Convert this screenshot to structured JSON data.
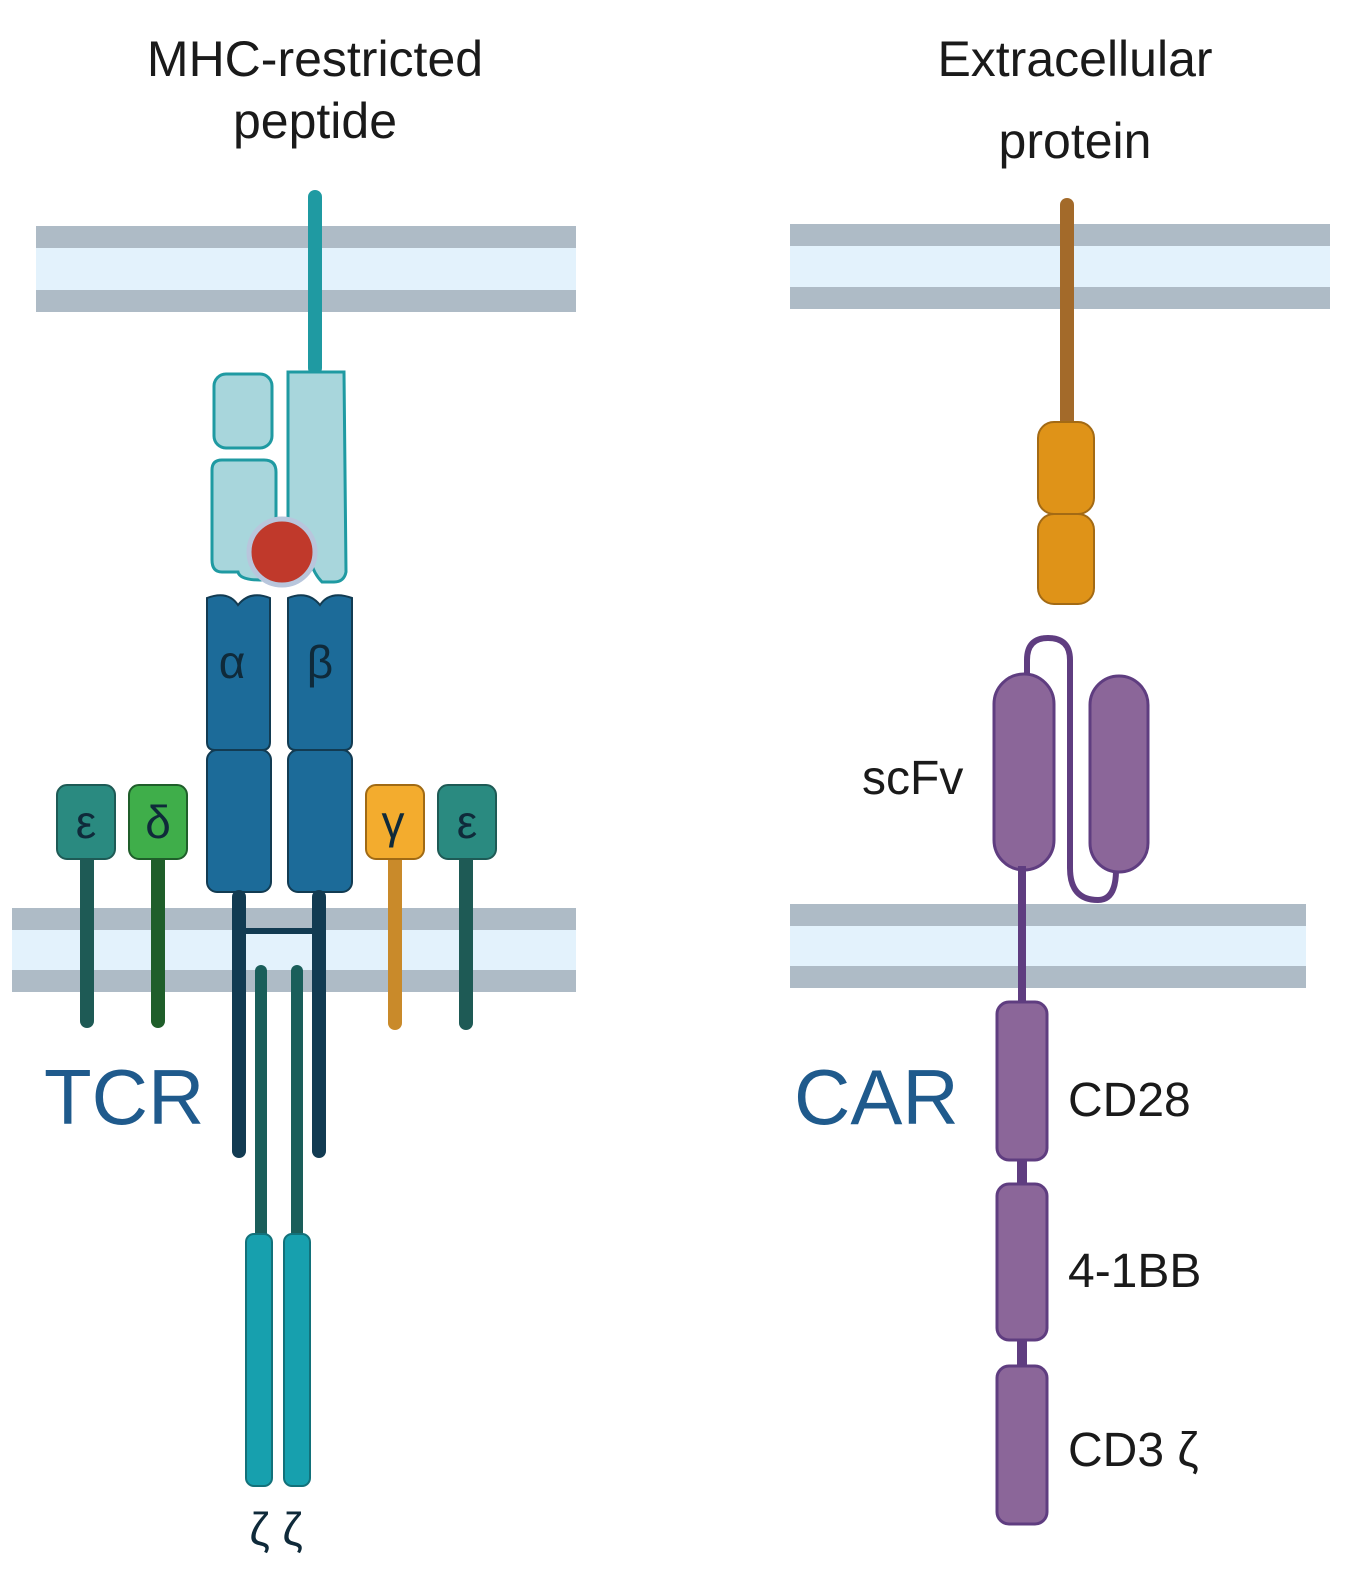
{
  "tcr": {
    "title_line1": "MHC-restricted",
    "title_line2": "peptide",
    "label": "TCR",
    "alpha": "α",
    "beta": "β",
    "epsilon_left": "ε",
    "delta": "δ",
    "gamma": "γ",
    "epsilon_right": "ε",
    "zeta_pair": "ζ ζ"
  },
  "car": {
    "title_line1": "Extracellular",
    "title_line2": "protein",
    "label": "CAR",
    "scfv": "scFv",
    "cd28": "CD28",
    "bb41": "4-1BB",
    "cd3z": "CD3 ζ"
  },
  "colors": {
    "membrane_band": "#aebbc6",
    "membrane_fill": "#e3f2fc",
    "mhc_stroke": "#1f9aa2",
    "mhc_fill": "#a8d6dc",
    "peptide": "#c0392b",
    "tcr_chain": "#1c6b99",
    "tcr_dark": "#123b52",
    "epsilon": "#2a8a80",
    "delta": "#3fae4a",
    "gamma": "#f3ac2e",
    "zeta": "#17a0ae",
    "antigen_stem": "#a36a2a",
    "antigen_domain": "#df9318",
    "car_purple": "#8b6699",
    "car_stroke": "#5f3d80",
    "label_blue": "#1f5a8c"
  }
}
